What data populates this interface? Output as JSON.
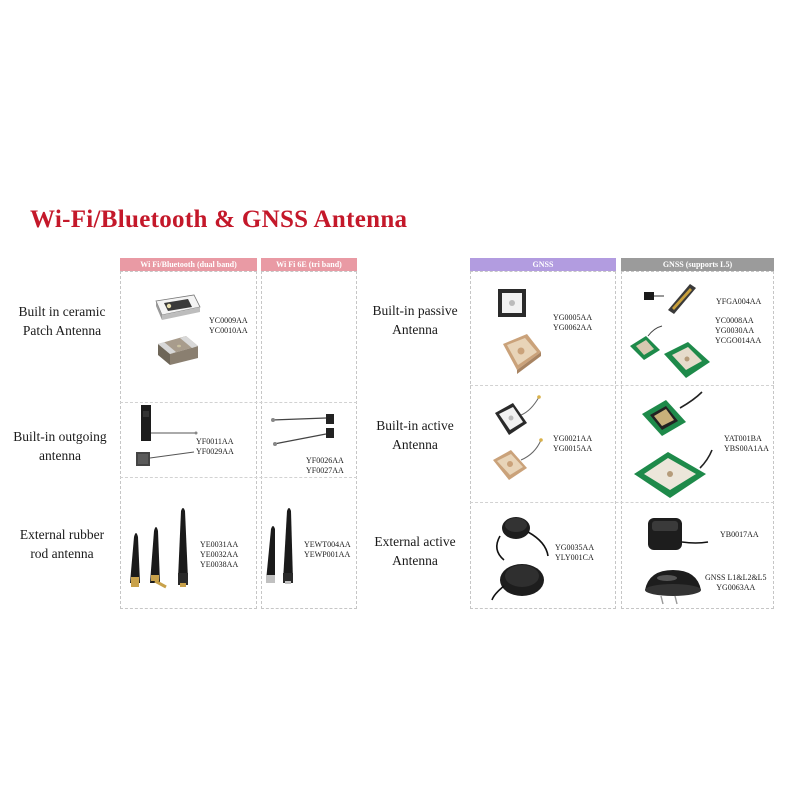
{
  "title": "Wi-Fi/Bluetooth & GNSS Antenna",
  "colors": {
    "title": "#c4182a",
    "wifi_header": "#e99aa4",
    "gnss_header": "#b29ce0",
    "gnss_l5_header": "#9b9b9b"
  },
  "headers": {
    "wifi_bt": "Wi Fi/Bluetooth (dual band)",
    "wifi6e": "Wi Fi 6E (tri band)",
    "gnss": "GNSS",
    "gnss_l5": "GNSS (supports L5)"
  },
  "row_labels": {
    "ceramic_patch": "Built in ceramic\nPatch Antenna",
    "outgoing": "Built-in outgoing\nantenna",
    "rubber_rod": "External rubber\nrod antenna",
    "passive": "Built-in passive\nAntenna",
    "active": "Built-in active\nAntenna",
    "external_active": "External active\nAntenna"
  },
  "codes": {
    "wifi_ceramic": "YC0009AA\nYC0010AA",
    "wifi_outgoing": "YF0011AA\nYF0029AA",
    "wifi6e_outgoing": "YF0026AA\nYF0027AA",
    "wifi_rubber": "YE0031AA\nYE0032AA\nYE0038AA",
    "wifi6e_rubber": "YEWT004AA\nYEWP001AA",
    "gnss_passive": "YG0005AA\nYG0062AA",
    "gnss_active": "YG0021AA\nYG0015AA",
    "gnss_external": "YG0035AA\nYLY001CA",
    "l5_passive_top": "YFGA004AA",
    "l5_passive": "YC0008AA\nYG0030AA\nYCGO014AA",
    "l5_active": "YAT001BA\nYBS00A1AA",
    "l5_external_top": "YB0017AA",
    "l5_external": "GNSS L1&L2&L5\nYG0063AA"
  },
  "icons": [
    "ceramic-chip-icon",
    "ceramic-block-icon",
    "fpc-antenna-icon",
    "pcb-antenna-icon",
    "ipex-cable-antenna-icon",
    "rubber-rod-antenna-icon",
    "dipole-antenna-icon",
    "gps-patch-icon",
    "ceramic-patch-icon",
    "green-pcb-patch-icon",
    "puck-antenna-icon",
    "dome-antenna-icon"
  ]
}
